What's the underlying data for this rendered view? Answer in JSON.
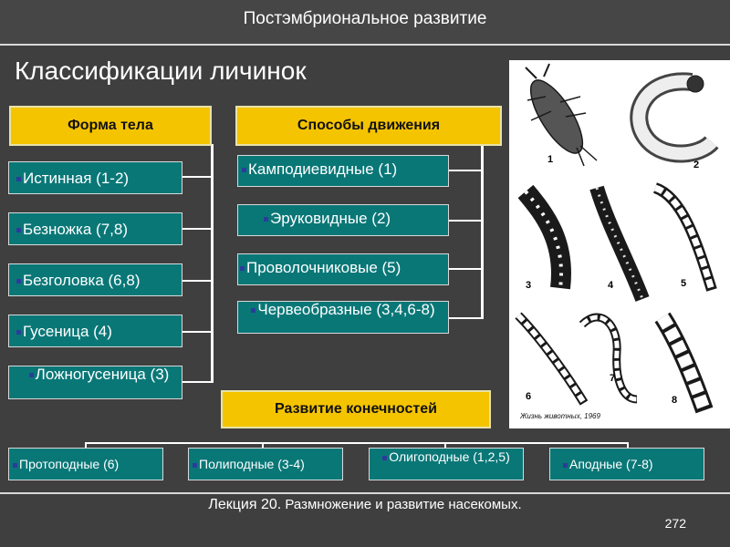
{
  "header": {
    "title": "Постэмбриональное развитие"
  },
  "main_title": "Классификации личинок",
  "categories": {
    "body_form": "Форма тела",
    "movement": "Способы движения",
    "limbs": "Развитие конечностей"
  },
  "body_form_items": [
    "Истинная (1-2)",
    "Безножка (7,8)",
    "Безголовка (6,8)",
    "Гусеница (4)",
    "Ложногусеница (3)"
  ],
  "movement_items": [
    "Камподиевидные (1)",
    "Эруковидные (2)",
    "Проволочниковые (5)",
    "Червеобразные (3,4,6-8)"
  ],
  "limb_items": [
    "Протоподные (6)",
    "Полиподные (3-4)",
    "Олигоподные (1,2,5)",
    "Аподные (7-8)"
  ],
  "image": {
    "caption": "Жизнь животных, 1969",
    "labels": [
      "1",
      "2",
      "3",
      "4",
      "5",
      "6",
      "7",
      "8"
    ]
  },
  "footer": {
    "lecture": "Лекция 20.",
    "text": "Размножение и развитие насекомых."
  },
  "page_number": "272",
  "colors": {
    "background": "#3f3f3f",
    "yellow": "#f5c400",
    "teal": "#0a7777",
    "bullet": "#2a3d9a"
  }
}
